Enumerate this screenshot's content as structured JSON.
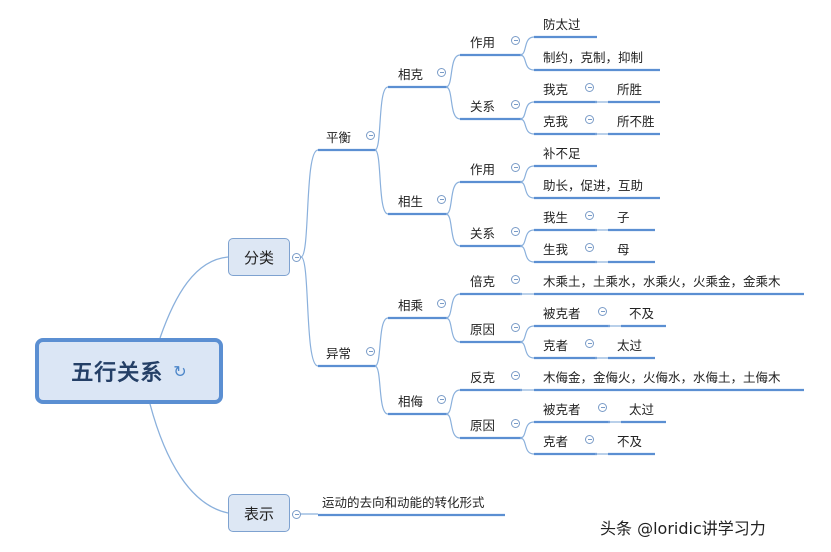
{
  "root": {
    "label": "五行关系",
    "icon": "refresh-icon"
  },
  "branches": {
    "fenlei": "分类",
    "biaoshi": "表示",
    "biaoshi_desc": "运动的去向和动能的转化形式",
    "pingheng": "平衡",
    "yichang": "异常",
    "xiangke": "相克",
    "xiangsheng": "相生",
    "xiangcheng": "相乘",
    "xiangwu": "相侮",
    "xk_zuoyong": "作用",
    "xk_guanxi": "关系",
    "xs_zuoyong": "作用",
    "xs_guanxi": "关系",
    "xc_beike": "倍克",
    "xc_yuanyin": "原因",
    "xw_fanke": "反克",
    "xw_yuanyin": "原因"
  },
  "leaves": {
    "fangtaiguo": "防太过",
    "zhiyue": "制约，克制，抑制",
    "woke": "我克",
    "suosheng": "所胜",
    "kewo": "克我",
    "suobusheng": "所不胜",
    "bubuzu": "补不足",
    "zhuzhang": "助长，促进，互助",
    "wosheng": "我生",
    "zi": "子",
    "shengwo": "生我",
    "mu": "母",
    "beike_desc": "木乘土，土乘水，水乘火，火乘金，金乘木",
    "xc_beikezhe": "被克者",
    "xc_buji": "不及",
    "xc_kezhe": "克者",
    "xc_taiguo": "太过",
    "fanke_desc": "木侮金，金侮火，火侮水，水侮土，土侮木",
    "xw_beikezhe": "被克者",
    "xw_taiguo": "太过",
    "xw_kezhe": "克者",
    "xw_buji": "不及"
  },
  "colors": {
    "line": "#5b8fd2",
    "connector": "#8ab0dc",
    "root_fill": "#dbe6f5",
    "box_fill": "#dde7f4"
  },
  "watermark": "头条 @loridic讲学习力"
}
